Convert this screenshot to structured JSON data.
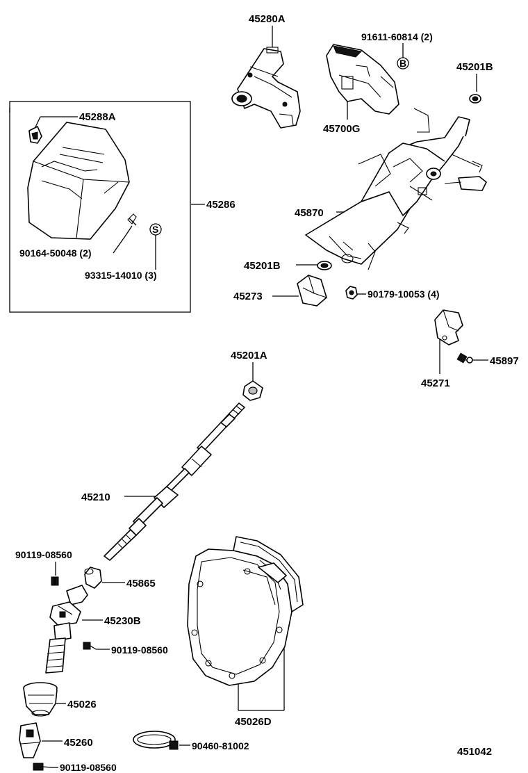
{
  "labels": {
    "p45280A": "45280A",
    "p91611": "91611-60814 (2)",
    "markB": "B",
    "p45201B_top": "45201B",
    "p45288A": "45288A",
    "p45700G": "45700G",
    "p45286": "45286",
    "p45870": "45870",
    "p90164": "90164-50048 (2)",
    "markS": "S",
    "p93315": "93315-14010 (3)",
    "p45201B_mid": "45201B",
    "p45273": "45273",
    "p90179": "90179-10053 (4)",
    "p45897": "45897",
    "p45271": "45271",
    "p45201A": "45201A",
    "p45210": "45210",
    "p90119_a": "90119-08560",
    "p45865": "45865",
    "p45230B": "45230B",
    "p90119_b": "90119-08560",
    "p45026": "45026",
    "p45026D": "45026D",
    "p45260": "45260",
    "p90460": "90460-81002",
    "p90119_c": "90119-08560",
    "diagram_id": "451042"
  }
}
